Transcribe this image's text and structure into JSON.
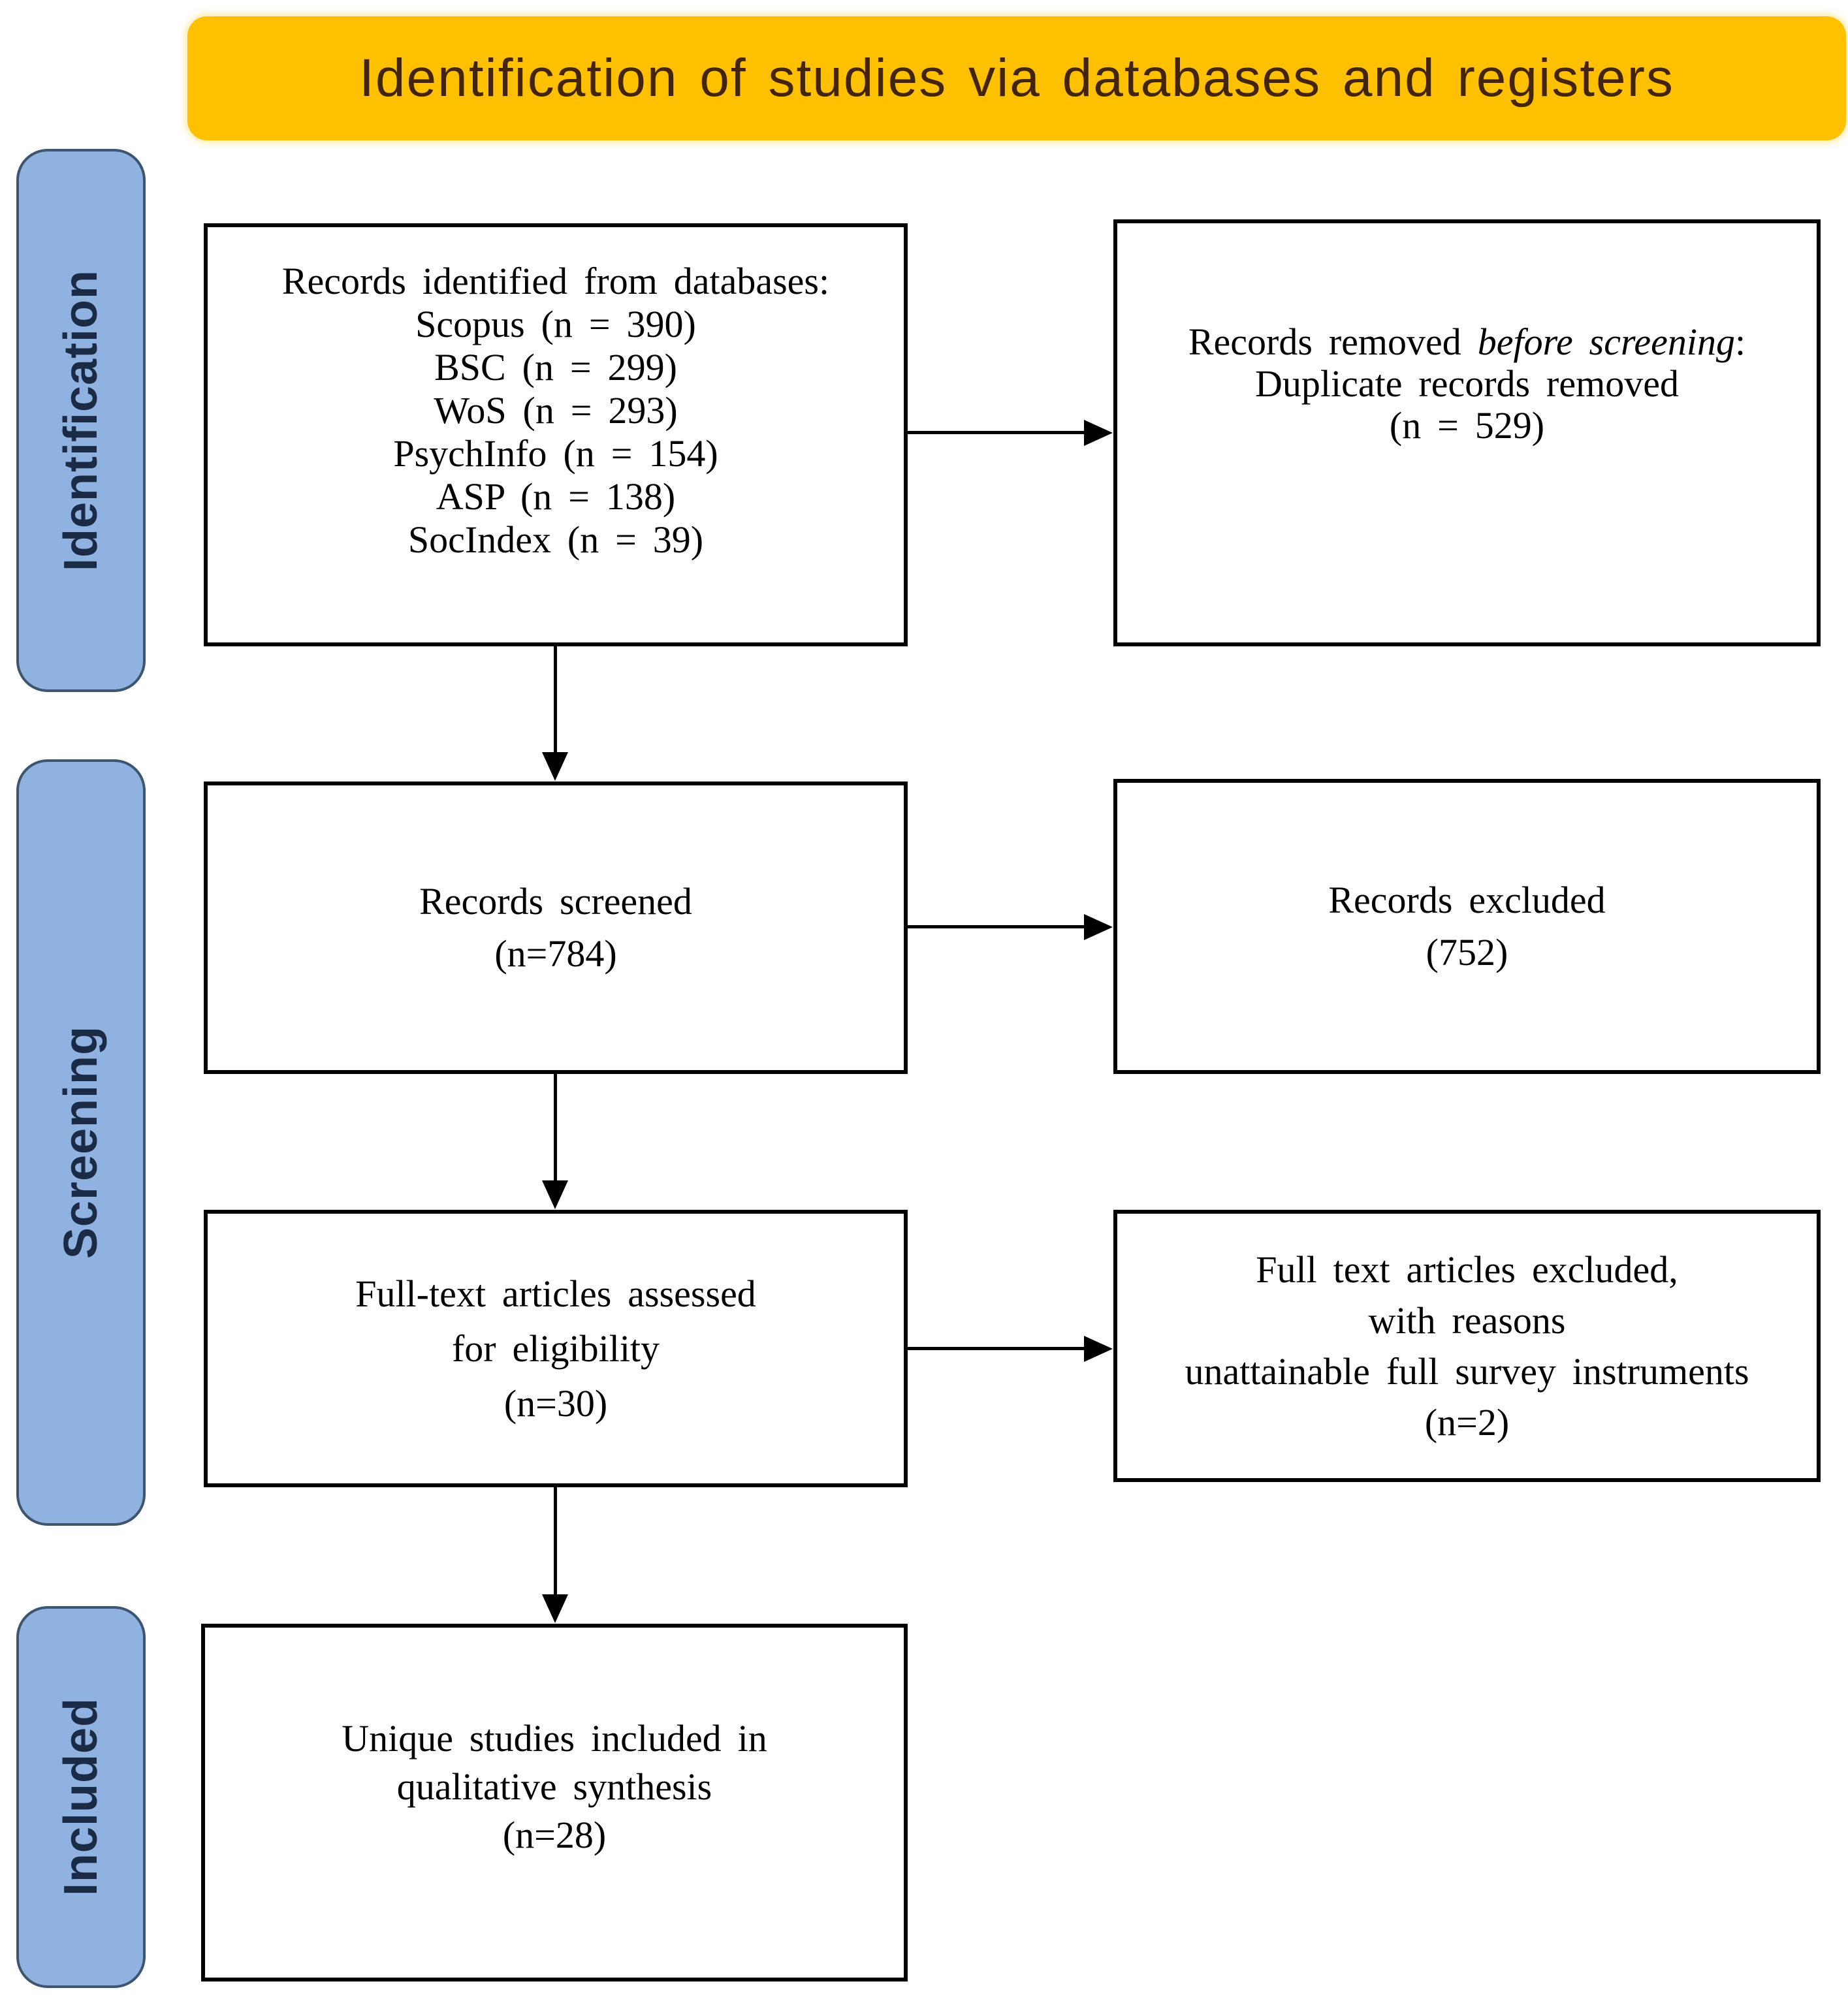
{
  "header": {
    "title": "Identification of studies via databases and registers"
  },
  "colors": {
    "banner_bg": "#FFC000",
    "banner_text": "#42250A",
    "stage_bg": "#8FB2E0",
    "stage_border": "#3E5570",
    "stage_text": "#1B2B45",
    "box_bg": "#FFFFFF",
    "box_border": "#000000",
    "arrow": "#000000"
  },
  "stages": [
    {
      "label": "Identification"
    },
    {
      "label": "Screening"
    },
    {
      "label": "Included"
    }
  ],
  "boxes": {
    "identified": {
      "lines": [
        "Records identified from databases:",
        "Scopus (n = 390)",
        "BSC (n = 299)",
        "WoS (n = 293)",
        "PsychInfo (n = 154)",
        "ASP (n = 138)",
        "SocIndex (n = 39)"
      ]
    },
    "removed": {
      "line1_prefix": "Records removed ",
      "line1_italic": "before screening",
      "line1_suffix": ":",
      "line2": "Duplicate records removed",
      "line3": "(n = 529)"
    },
    "screened": {
      "lines": [
        "Records screened",
        "(n=784)"
      ]
    },
    "excluded": {
      "lines": [
        "Records excluded",
        "(752)"
      ]
    },
    "fulltext_assessed": {
      "lines": [
        "Full-text articles assessed",
        "for eligibility",
        "(n=30)"
      ]
    },
    "fulltext_excluded": {
      "lines": [
        "Full text articles excluded,",
        "with reasons",
        "unattainable full survey instruments",
        "(n=2)"
      ]
    },
    "included_synthesis": {
      "lines": [
        "Unique studies included in",
        "qualitative synthesis",
        "(n=28)"
      ]
    }
  }
}
